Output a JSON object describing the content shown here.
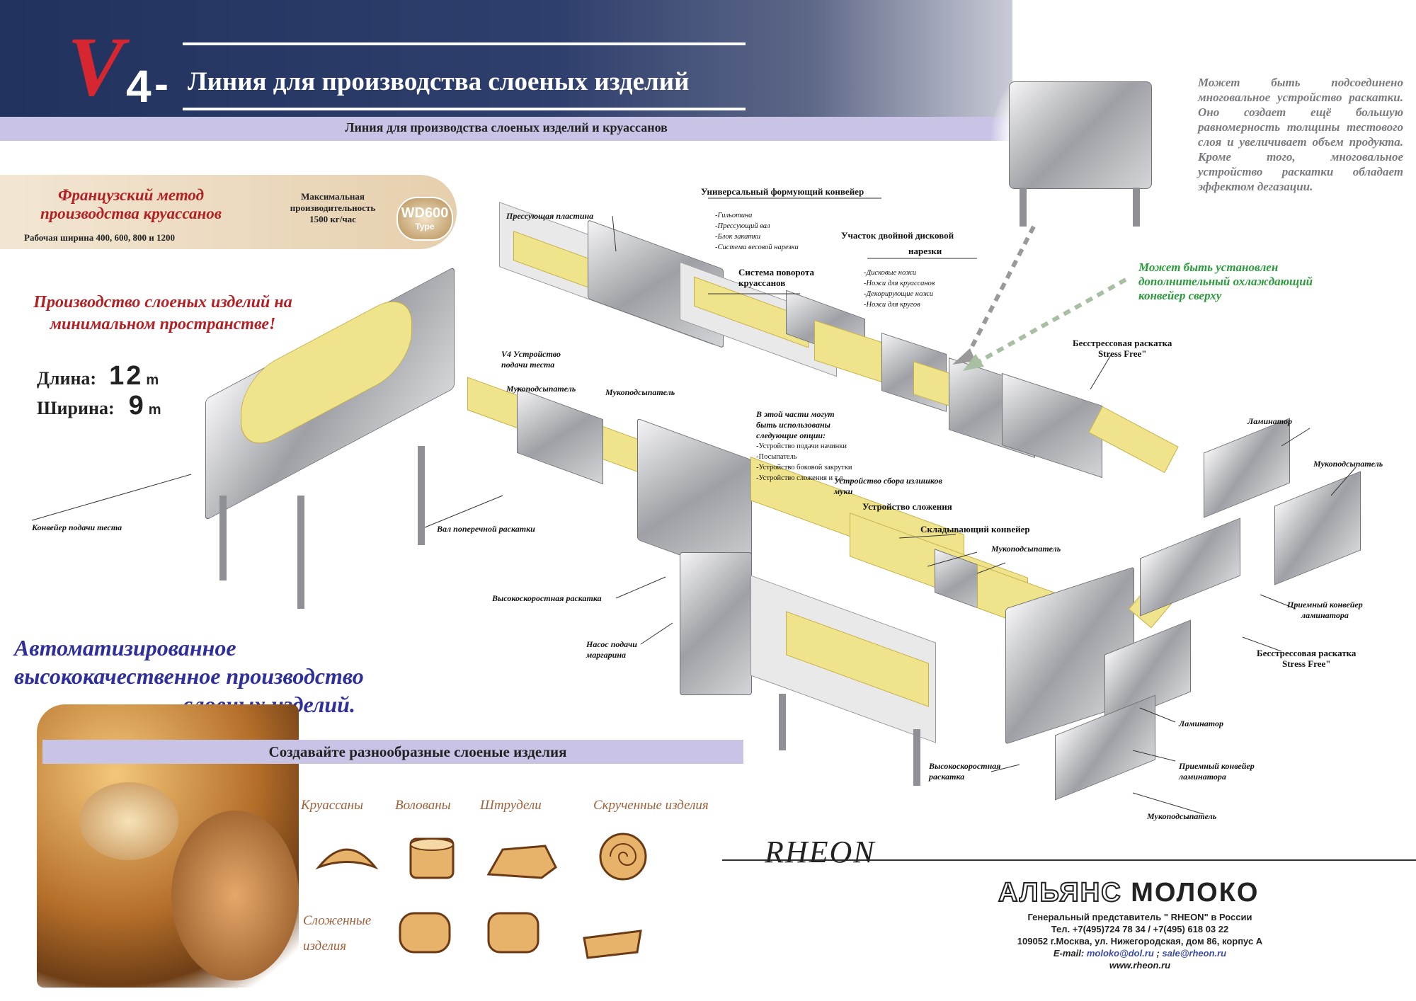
{
  "header": {
    "v_letter": "V",
    "model_number": "4",
    "dash": "-",
    "title": "Линия для производства слоеных изделий",
    "subtitle": "Линия для производства слоеных изделий и круассанов"
  },
  "info": {
    "method": "Французский метод производства круассанов",
    "working_width": "Рабочая ширина 400, 600, 800 и 1200",
    "capacity_line1": "Максимальная",
    "capacity_line2": "производительность",
    "capacity_line3": "1500 кг/час",
    "model": "WD600",
    "model_type": "Type"
  },
  "slogan": "Производство слоеных изделий на минимальном пространстве!",
  "dimensions": {
    "length_label": "Длина:",
    "length_value": "12",
    "length_unit": "m",
    "width_label": "Ширина:",
    "width_value": "9",
    "width_unit": "m"
  },
  "automated_title": {
    "line1": "Автоматизированное",
    "line2": "высококачественное производство",
    "line3": "слоеных изделий."
  },
  "create_title": "Создавайте разнообразные слоеные изделия",
  "products": {
    "croissants": "Круассаны",
    "vol_au_vent": "Волованы",
    "strudels": "Штрудели",
    "twisted": "Скрученные изделия",
    "folded_line1": "Сложенные",
    "folded_line2": "изделия"
  },
  "notes": {
    "rheon_note": "Может быть подсоединено многовальное устройство раскатки. Оно создает ещё большую равномерность толщины тестового слоя и увеличивает объем продукта. Кроме того, многовальное устройство раскатки обладает эффектом дегазации.",
    "cooling_note": "Может быть установлен дополнительный охлаждающий конвейер сверху"
  },
  "callouts": {
    "press_plate": "Прессующая пластина",
    "universal_conveyor": "Универсальный формующий конвейер",
    "uc_opt1": "-Гильотина",
    "uc_opt2": "-Прессующий вал",
    "uc_opt3": "-Блок закатки",
    "uc_opt4": "-Система весовой нарезки",
    "double_disc_line1": "Участок двойной дисковой",
    "double_disc_line2": "нарезки",
    "dd_opt1": "-Дисковые ножи",
    "dd_opt2": "-Ножи для круассанов",
    "dd_opt3": "-Декорирующие ножи",
    "dd_opt4": "-Ножи для кругов",
    "croissant_turn_line1": "Система поворота",
    "croissant_turn_line2": "круассанов",
    "v4_feeder_line1": "V4 Устройство",
    "v4_feeder_line2": "подачи теста",
    "flour_duster_1": "Мукоподсыпатель",
    "flour_duster_2": "Мукоподсыпатель",
    "options_line1": "В этой части могут",
    "options_line2": "быть использованы",
    "options_line3": "следующие опции:",
    "opt_a": "-Устройство подачи начинки",
    "opt_b": "-Посыпатель",
    "opt_c": "-Устройство боковой закрутки",
    "opt_d": "-Устройство сложения и т.д.",
    "stress_free_1_line1": "Бесстрессовая раскатка",
    "stress_free_1_line2": "Stress Free\"",
    "laminator_1": "Ламинатор",
    "flour_duster_3": "Мукоподсыпатель",
    "excess_flour_line1": "Устройство сбора излишков",
    "excess_flour_line2": "муки",
    "folding_device": "Устройство сложения",
    "folding_conveyor": "Складывающий конвейер",
    "flour_duster_4": "Мукоподсыпатель",
    "dough_conveyor": "Конвейер подачи теста",
    "cross_roller": "Вал поперечной раскатки",
    "high_speed_1": "Высокоскоростная раскатка",
    "margarine_pump_line1": "Насос подачи",
    "margarine_pump_line2": "маргарина",
    "receive_conv_1_line1": "Приемный конвейер",
    "receive_conv_1_line2": "ламинатора",
    "stress_free_2_line1": "Бесстрессовая раскатка",
    "stress_free_2_line2": "Stress Free\"",
    "laminator_2": "Ламинатор",
    "receive_conv_2_line1": "Приемный конвейер",
    "receive_conv_2_line2": "ламинатора",
    "high_speed_2_line1": "Высокоскоростная",
    "high_speed_2_line2": "раскатка",
    "flour_duster_5": "Мукоподсыпатель"
  },
  "brand": {
    "rheon": "RHEON",
    "alliance_part1": "АЛЬЯНС",
    "alliance_part2": "МОЛОКО",
    "rep": "Генеральный представитель \" RHEON\" в России",
    "phone": "Тел. +7(495)724 78 34 / +7(495) 618 03 22",
    "address": "109052 г.Москва, ул. Нижегородская, дом 86, корпус А",
    "email_label": "E-mail:",
    "email1": "moloko@dol.ru",
    "email_sep": " ; ",
    "email2": "sale@rheon.ru",
    "website": "www.rheon.ru"
  },
  "colors": {
    "header_navy": "#22325e",
    "accent_red": "#b32024",
    "title_blue": "#2e2f9a",
    "note_green": "#2a9a3a",
    "lavender_bar": "#c9c3e6"
  }
}
